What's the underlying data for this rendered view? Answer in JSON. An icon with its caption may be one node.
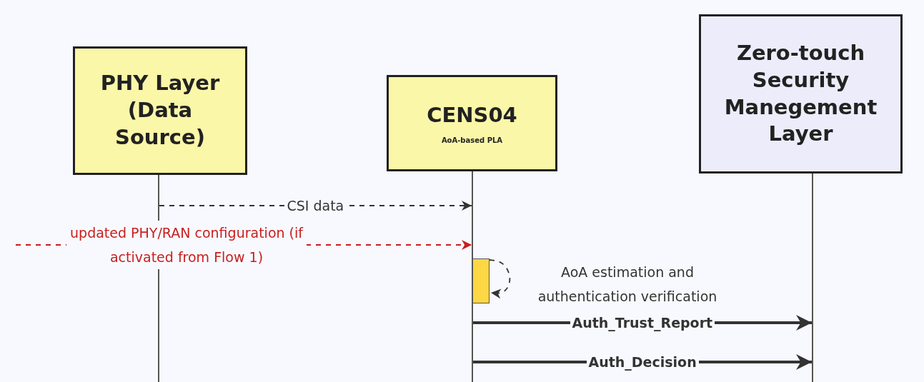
{
  "diagram": {
    "nodes": [
      {
        "text": [
          "PHY Layer (Data Source)"
        ]
      },
      {
        "text": [
          "CENS04",
          "AoA-based PLA"
        ]
      },
      {
        "text": [
          "Zero-touch Security Manegement Layer"
        ]
      },
      {
        "text": [],
        "shape": "line"
      },
      {
        "text": [],
        "shape": "line"
      },
      {
        "text": [],
        "shape": "line"
      },
      {
        "text": [],
        "shape": "bar"
      }
    ],
    "edges": [
      {
        "from": 3,
        "to": 4,
        "arrow": "to",
        "label": "CSI data",
        "style": "dashed"
      },
      {
        "from": null,
        "to": 4,
        "arrow": "to",
        "label": "updated PHY/RAN configuration (if activated from Flow 1)",
        "style": "dashed",
        "color": "#c81e1e"
      },
      {
        "from": 6,
        "to": 6,
        "arrow": "to",
        "label": "AoA estimation and authentication verification",
        "style": "dashed"
      },
      {
        "from": 4,
        "to": 5,
        "arrow": "to",
        "label": "Auth_Trust_Report",
        "style": "thick"
      },
      {
        "from": 4,
        "to": 5,
        "arrow": "to",
        "label": "Auth_Decision",
        "style": "thick"
      }
    ]
  }
}
